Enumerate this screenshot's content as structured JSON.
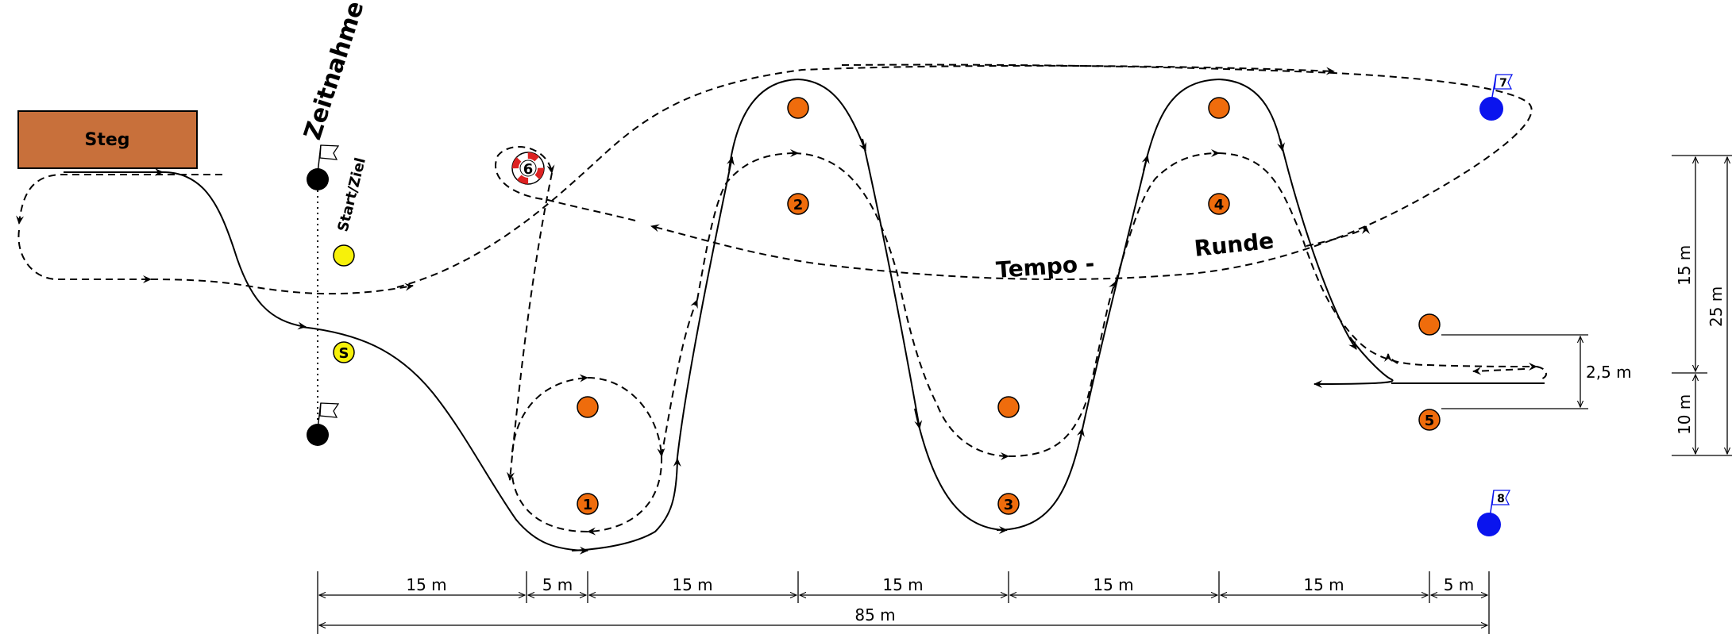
{
  "colors": {
    "orange": "#ef6c0c",
    "blue": "#0a14ee",
    "yellow": "#f7f10a",
    "steg": "#c8703b",
    "black": "#000000",
    "buoyRed": "#dd2222"
  },
  "labels": {
    "steg": "Steg",
    "zeitnahme": "Zeitnahme",
    "start_ziel": "Start/Ziel",
    "tempo": "Tempo -",
    "runde": "Runde",
    "s_marker": "S"
  },
  "buoys": {
    "b1": "1",
    "b2": "2",
    "b3": "3",
    "b4": "4",
    "b5": "5",
    "b6": "6",
    "f7": "7",
    "f8": "8"
  },
  "dimensions": {
    "bottom": [
      "15 m",
      "5 m",
      "15 m",
      "15 m",
      "15 m",
      "15 m",
      "5 m"
    ],
    "total": "85 m",
    "side_small": "2,5 m",
    "right_15": "15 m",
    "right_10": "10 m",
    "right_25": "25 m"
  },
  "icons": {
    "flag": "flag-icon",
    "lifebuoy": "lifebuoy-icon"
  }
}
